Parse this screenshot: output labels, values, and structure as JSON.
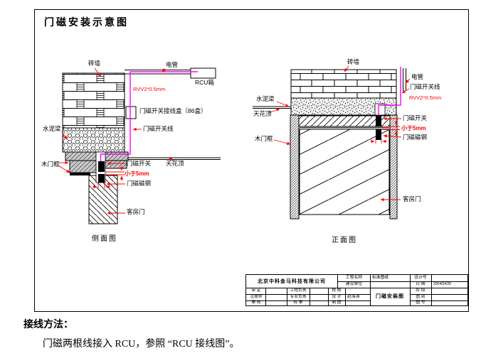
{
  "page": {
    "title": "门磁安装示意图"
  },
  "side_view": {
    "caption": "侧面图",
    "brick_wall": "砖墙",
    "conduit": "电管",
    "rcu_box": "RCU箱",
    "wire_spec": "RVV2*0.5mm",
    "junction_box": "门磁开关接线盒（86盒）",
    "switch_wire": "门磁开关线",
    "concrete_beam": "水泥梁",
    "ceiling": "天花顶",
    "door_frame": "木门框",
    "door_switch": "门磁开关",
    "gap_note": "小于5mm",
    "magnet": "门磁磁钢",
    "room_door": "客房门"
  },
  "front_view": {
    "caption": "正面图",
    "brick_wall": "砖墙",
    "conduit": "电管",
    "switch_wire": "门磁开关线",
    "wire_spec": "RVV2*0.5mm",
    "concrete_beam": "水泥梁",
    "ceiling": "天花顶",
    "door_frame": "木门框",
    "door_switch": "门磁开关",
    "gap_note": "小于5mm",
    "magnet": "门磁磁钢",
    "room_door": "客房门"
  },
  "title_block": {
    "company": "北京中科金马科技有限公司",
    "project_name_label": "工程名称",
    "project_name": "标准图纸",
    "client_label": "建设单位",
    "client": "",
    "design_no_label": "设计号",
    "design_no": "",
    "date_label": "日 期",
    "date": "2004/04/26",
    "stage_label": "阶 段",
    "stage": "",
    "category_label": "图 别",
    "category": "",
    "sheet_no_label": "图 号",
    "sheet_no": "",
    "drawing_title": "门磁安装图",
    "rows": [
      {
        "c1": "审 定",
        "v1": "",
        "c2": "工程负责",
        "v2": "",
        "c3": "校 核",
        "v3": ""
      },
      {
        "c1": "注册师",
        "v1": "",
        "c2": "专业负责",
        "v2": "",
        "c3": "设 计",
        "v3": "赵海涛"
      },
      {
        "c1": "审 核",
        "v1": "",
        "c2": "校 审",
        "v2": "",
        "c3": "制 图",
        "v3": ""
      }
    ]
  },
  "notes": {
    "heading": "接线方法：",
    "body": "门磁两根线接入 RCU，参照 “RCU 接线图”。"
  },
  "colors": {
    "wire": "#ff00ff",
    "annotation": "#ff0000"
  }
}
